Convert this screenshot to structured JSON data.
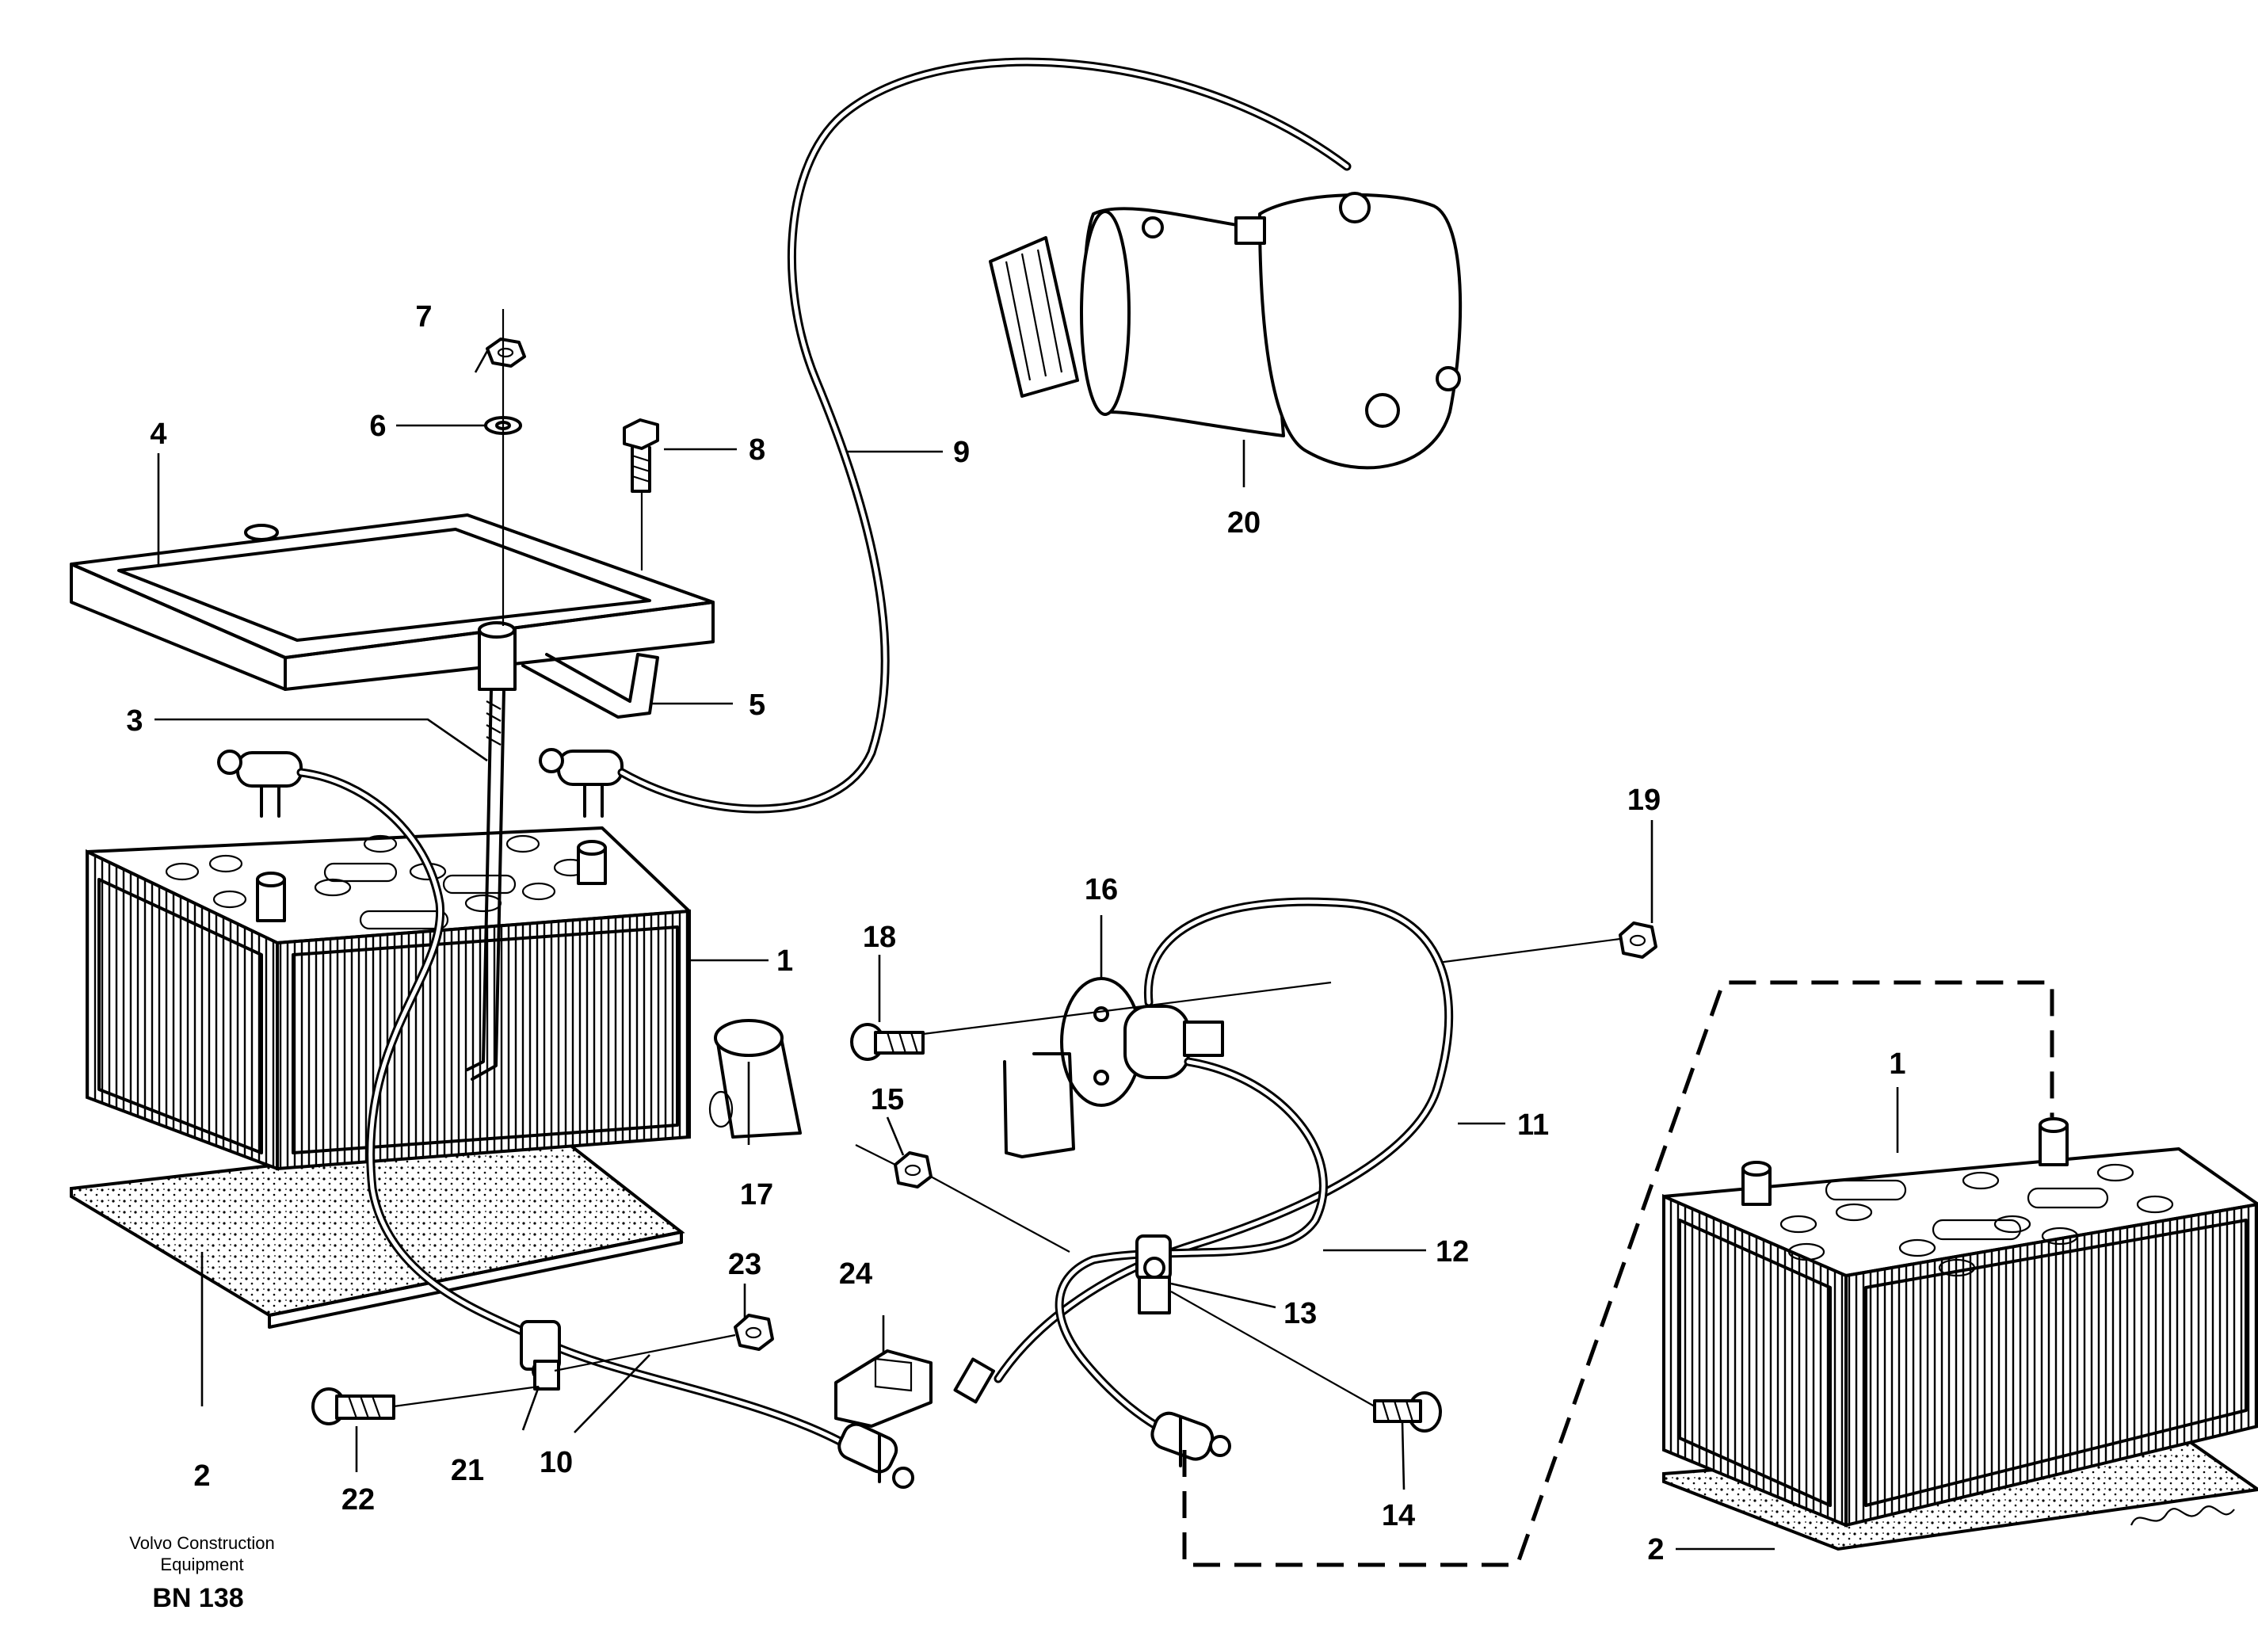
{
  "callouts": {
    "c1a": "1",
    "c1b": "1",
    "c2a": "2",
    "c2b": "2",
    "c3": "3",
    "c4": "4",
    "c5": "5",
    "c6": "6",
    "c7": "7",
    "c8": "8",
    "c9": "9",
    "c10": "10",
    "c11": "11",
    "c12": "12",
    "c13": "13",
    "c14": "14",
    "c15": "15",
    "c16": "16",
    "c17": "17",
    "c18": "18",
    "c19": "19",
    "c20": "20",
    "c21": "21",
    "c22": "22",
    "c23": "23",
    "c24": "24"
  },
  "footer": {
    "company_line1": "Volvo Construction",
    "company_line2": "Equipment",
    "code": "BN 138"
  }
}
